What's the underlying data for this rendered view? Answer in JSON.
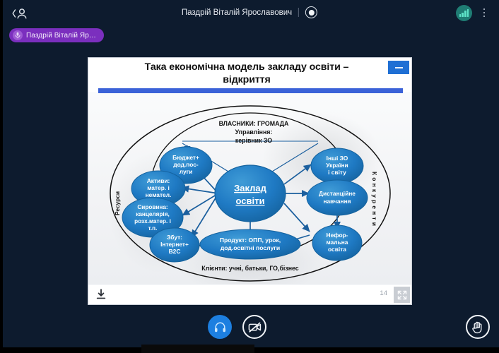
{
  "meeting": {
    "speaker_name": "Паздрій Віталій Ярославович",
    "chip_name": "Паздрій Віталій Яр…",
    "record_icon": "record-dot-icon",
    "participants_icon": "collapse-participants-icon",
    "signal_icon": "signal-bars-icon",
    "menu_icon": "kebab-menu-icon",
    "mic_icon": "microphone-icon"
  },
  "slide": {
    "title_line1": "Така економічна модель закладу освіти –",
    "title_line2": "відкриття",
    "page_number": "14",
    "minimize_icon": "minimize-icon",
    "download_icon": "download-icon",
    "fullscreen_icon": "fullscreen-icon",
    "accent_color": "#3b62d8",
    "node_color": "#1f7ac4"
  },
  "diagram": {
    "center": "Заклад освіти",
    "owners_line1": "ВЛАСНИКИ: ГРОМАДА",
    "owners_line2": "Управління:",
    "owners_line3": "керівник ЗО",
    "ring_left_label": "Ресурси",
    "ring_right_label": "Конкуренти",
    "clients_label": "Клієнти: учні, батьки, ГО,бізнес",
    "nodes": [
      {
        "id": "budget",
        "lines": [
          "Бюджет+",
          "дод.пос-",
          "луги"
        ]
      },
      {
        "id": "assets",
        "lines": [
          "Активи:",
          "матер. і",
          "немател."
        ]
      },
      {
        "id": "raw",
        "lines": [
          "Сировина:",
          "канцелярія,",
          "розх.матер. і",
          "т.п."
        ]
      },
      {
        "id": "sales",
        "lines": [
          "Збут:",
          "Інтернет+",
          "В2С"
        ]
      },
      {
        "id": "product",
        "lines": [
          "Продукт: ОПП, урок,",
          "дод.освітні послуги"
        ]
      },
      {
        "id": "other-zo",
        "lines": [
          "Інші ЗО",
          "України",
          "і світу"
        ]
      },
      {
        "id": "distance",
        "lines": [
          "Дистанційне",
          "навчання"
        ]
      },
      {
        "id": "informal",
        "lines": [
          "Нефор-",
          "мальна",
          "освіта"
        ]
      }
    ]
  },
  "controls": {
    "audio_icon": "headphones-icon",
    "video_icon": "camera-off-icon",
    "hand_icon": "raise-hand-icon"
  }
}
